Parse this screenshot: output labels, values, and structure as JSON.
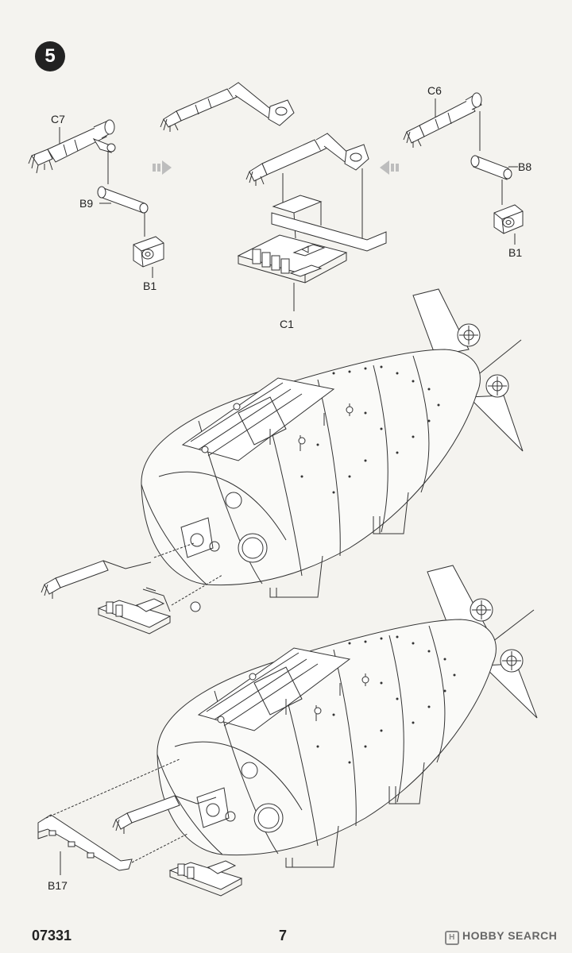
{
  "step": {
    "number": "5"
  },
  "parts": {
    "c7": "C7",
    "b9": "B9",
    "b1_left": "B1",
    "c1": "C1",
    "c6": "C6",
    "b8": "B8",
    "b1_right": "B1",
    "b17": "B17"
  },
  "footer": {
    "code": "07331",
    "page": "7"
  },
  "watermark": {
    "text": "HOBBY SEARCH",
    "mark": "H"
  },
  "colors": {
    "line": "#333333",
    "part_fill": "#ffffff",
    "hull_fill": "#fafaf8",
    "arrow": "#bdbdbd",
    "background": "#f4f3ef"
  }
}
